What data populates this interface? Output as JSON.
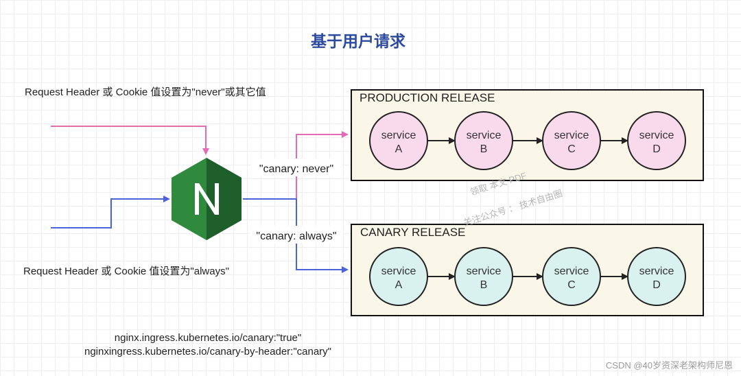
{
  "title": "基于用户请求",
  "labels": {
    "never_condition": "Request Header 或 Cookie 值设置为\"never\"或其它值",
    "always_condition": "Request Header 或 Cookie 值设置为\"always\""
  },
  "edge_labels": {
    "never": "\"canary: never\"",
    "always": "\"canary: always\""
  },
  "nginx_logo_letter": "N",
  "production": {
    "title": "PRODUCTION RELEASE",
    "fill": "#fbf7e8",
    "node_fill": "#f9d9ec",
    "services": [
      {
        "line1": "service",
        "line2": "A"
      },
      {
        "line1": "service",
        "line2": "B"
      },
      {
        "line1": "service",
        "line2": "C"
      },
      {
        "line1": "service",
        "line2": "D"
      }
    ]
  },
  "canary": {
    "title": "CANARY RELEASE",
    "fill": "#fbf7e8",
    "node_fill": "#d9f2f0",
    "services": [
      {
        "line1": "service",
        "line2": "A"
      },
      {
        "line1": "service",
        "line2": "B"
      },
      {
        "line1": "service",
        "line2": "C"
      },
      {
        "line1": "service",
        "line2": "D"
      }
    ]
  },
  "annotations": {
    "line1": "nginx.ingress.kubernetes.io/canary:\"true\"",
    "line2": "nginxingress.kubernetes.io/canary-by-header:\"canary\""
  },
  "watermark": {
    "line1": "领取 本文 PDF",
    "line2": "关注公众号 ： 技术自由圈"
  },
  "credit": "CSDN @40岁资深老架构师尼恩",
  "colors": {
    "pink": "#e36bb5",
    "blue": "#4a63d8",
    "nginx_green": "#2f8a3e",
    "nginx_dark": "#1d5e2a"
  }
}
